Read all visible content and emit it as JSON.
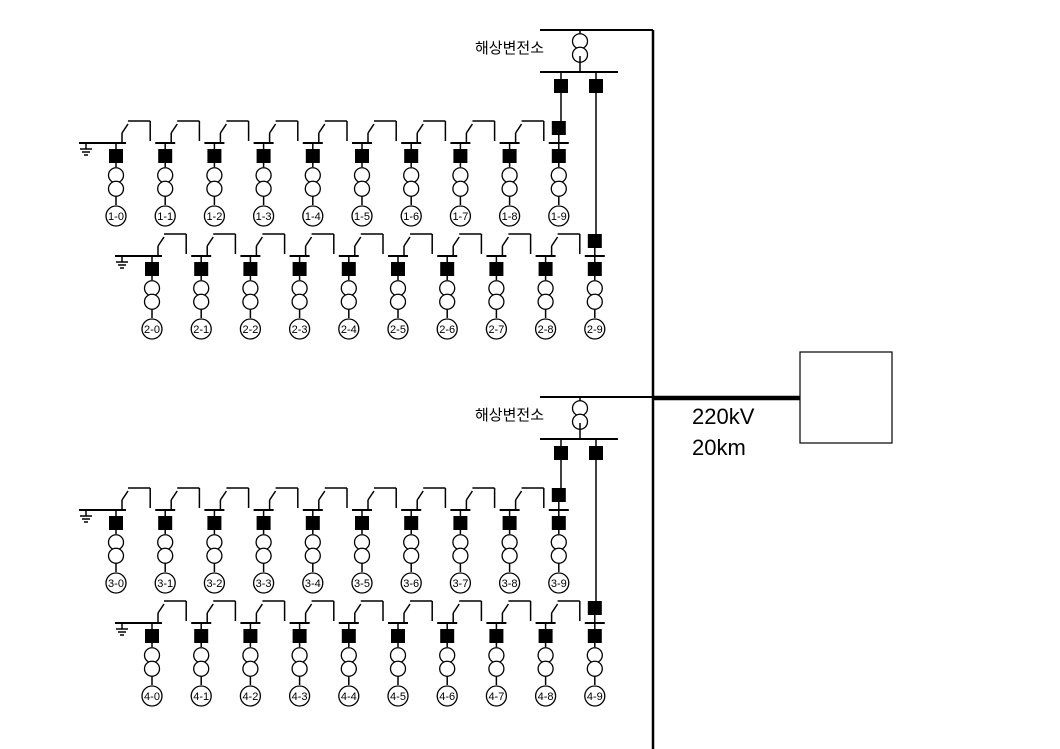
{
  "substations": [
    {
      "label": "해상변전소",
      "feeders": [
        {
          "generators": [
            "1-0",
            "1-1",
            "1-2",
            "1-3",
            "1-4",
            "1-5",
            "1-6",
            "1-7",
            "1-8",
            "1-9"
          ]
        },
        {
          "generators": [
            "2-0",
            "2-1",
            "2-2",
            "2-3",
            "2-4",
            "2-5",
            "2-6",
            "2-7",
            "2-8",
            "2-9"
          ]
        }
      ]
    },
    {
      "label": "해상변전소",
      "feeders": [
        {
          "generators": [
            "3-0",
            "3-1",
            "3-2",
            "3-3",
            "3-4",
            "3-5",
            "3-6",
            "3-7",
            "3-8",
            "3-9"
          ]
        },
        {
          "generators": [
            "4-0",
            "4-1",
            "4-2",
            "4-3",
            "4-4",
            "4-5",
            "4-6",
            "4-7",
            "4-8",
            "4-9"
          ]
        }
      ]
    }
  ],
  "cable": {
    "voltage": "220kV",
    "length": "20km"
  }
}
